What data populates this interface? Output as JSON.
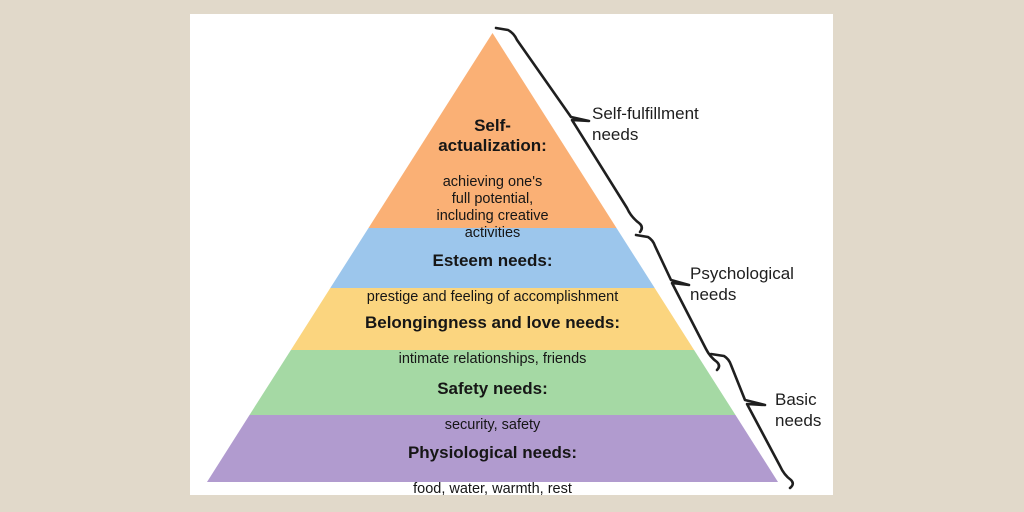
{
  "canvas": {
    "background_color": "#E1D9CA",
    "card_color": "#FFFFFF",
    "line_color": "#1F1F1F"
  },
  "diagram": {
    "levels": [
      {
        "name": "self-actualization",
        "title": "Self-\nactualization:",
        "description": "achieving one's\nfull potential,\nincluding creative\nactivities",
        "color": "#FAB075"
      },
      {
        "name": "esteem",
        "title": "Esteem needs:",
        "description": "prestige and feeling of accomplishment",
        "color": "#9CC6EC"
      },
      {
        "name": "belongingness-love",
        "title": "Belongingness and love needs:",
        "description": "intimate relationships, friends",
        "color": "#FBD57F"
      },
      {
        "name": "safety",
        "title": "Safety needs:",
        "description": "security, safety",
        "color": "#A5D9A4"
      },
      {
        "name": "physiological",
        "title": "Physiological needs:",
        "description": "food, water, warmth, rest",
        "color": "#B19BCF"
      }
    ],
    "groups": [
      {
        "name": "self-fulfillment",
        "label": "Self-fulfillment\nneeds"
      },
      {
        "name": "psychological",
        "label": "Psychological\nneeds"
      },
      {
        "name": "basic",
        "label": "Basic\nneeds"
      }
    ]
  }
}
